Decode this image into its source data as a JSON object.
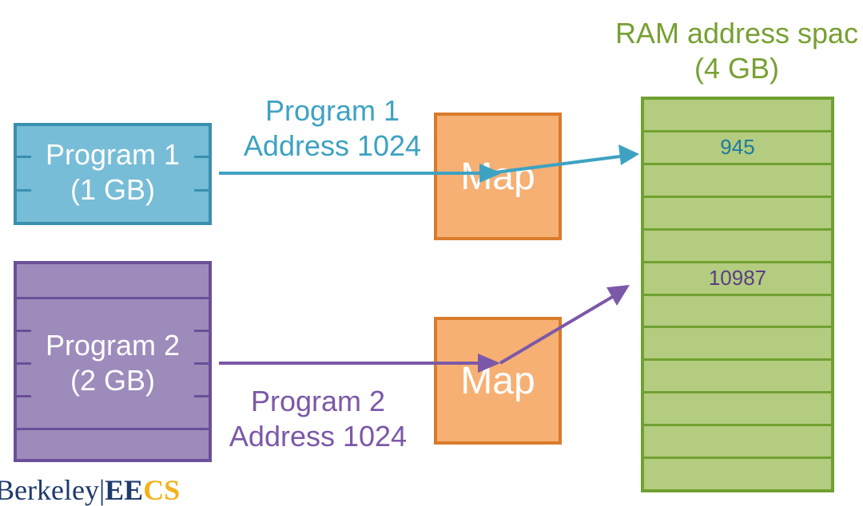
{
  "ram": {
    "title_line1": "RAM address spac",
    "title_line2": "(4 GB)",
    "slots": [
      "",
      "945",
      "",
      "",
      "",
      "10987",
      "",
      "",
      "",
      "",
      "",
      ""
    ],
    "slot_colors": [
      "#000000",
      "#1f7aa0",
      "#000000",
      "#000000",
      "#000000",
      "#5a3e85",
      "#000000",
      "#000000",
      "#000000",
      "#000000",
      "#000000",
      "#000000"
    ]
  },
  "program1": {
    "name": "Program 1",
    "size": "(1 GB)"
  },
  "program2": {
    "name": "Program 2",
    "size": "(2 GB)"
  },
  "map1": {
    "label": "Map"
  },
  "map2": {
    "label": "Map"
  },
  "address1": {
    "line1": "Program 1",
    "line2": "Address 1024"
  },
  "address2": {
    "line1": "Program 2",
    "line2": "Address 1024"
  },
  "logo": {
    "berkeley": "Berkeley",
    "sep": "|",
    "ee": "EE",
    "cs": "CS"
  },
  "colors": {
    "program1": "#77bdd7",
    "program2": "#9d8bbc",
    "map": "#f6b073",
    "ram": "#b3cc7f",
    "arrow1": "#3ea2c2",
    "arrow2": "#7c58a8"
  }
}
